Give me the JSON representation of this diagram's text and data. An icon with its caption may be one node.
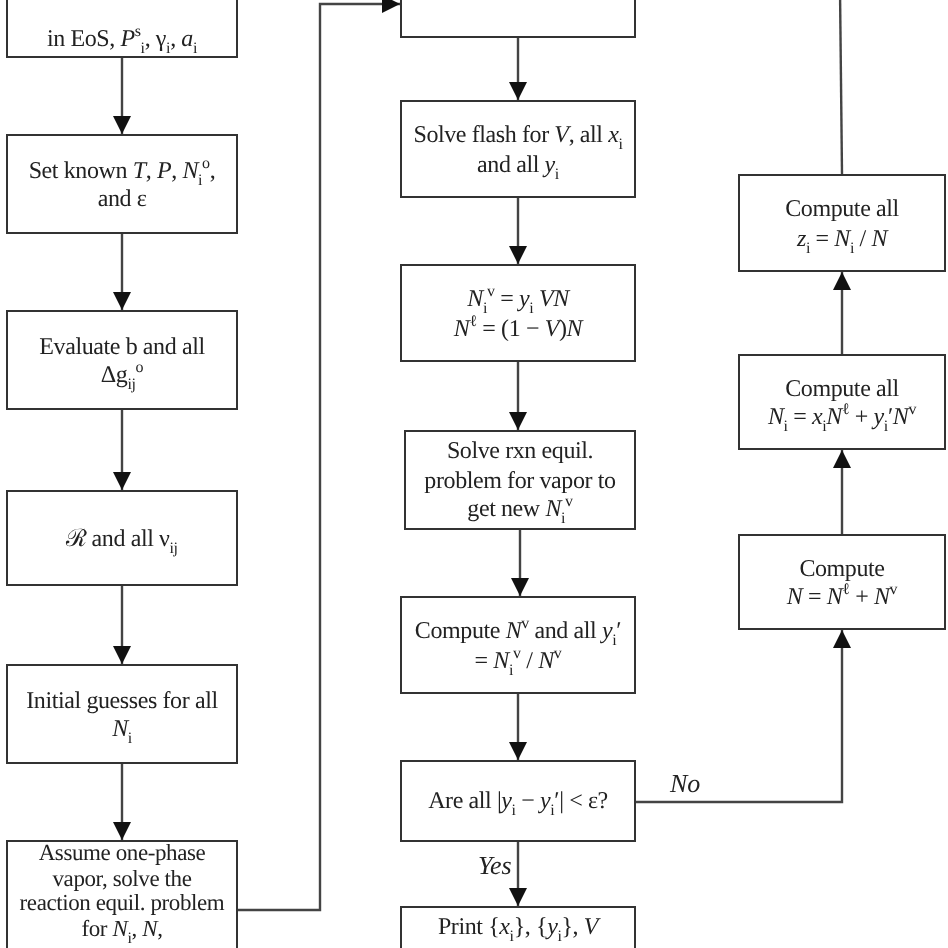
{
  "diagram": {
    "nodes": [
      {
        "text": [
          "in EoS, *P*$^{s}$$_{i}$, γ$_{i}$, *a*$_{i}$"
        ]
      },
      {
        "text": [
          "Set known *T*, *P*, *N*$_{i}$$^{o}$, and ε"
        ]
      },
      {
        "text": [
          "Evaluate b and all Δg$_{ij}$$^{o}$"
        ]
      },
      {
        "text": [
          "ℛ and all ν$_{ij}$"
        ]
      },
      {
        "text": [
          "Initial guesses for all *N*$_{i}$"
        ]
      },
      {
        "text": [
          "Assume one-phase vapor, solve the reaction equil. problem for *N*$_{i}$, *N*,"
        ]
      },
      {
        "text": [],
        "shape": "box"
      },
      {
        "text": [
          "Solve flash for *V*, all *x*$_{i}$ and all *y*$_{i}$"
        ]
      },
      {
        "text": [
          "*N*$_{i}$$^{v}$ = *y*$_{i}$ *VN*",
          "*N*$^{ℓ}$ = (1 − *V*)*N*"
        ]
      },
      {
        "text": [
          "Solve rxn equil. problem for vapor to get new *N*$_{i}$$^{v}$"
        ]
      },
      {
        "text": [
          "Compute *N*$^{v}$ and all *y*$_{i}$′ = *N*$_{i}$$^{v}$ / *N*$^{v}$"
        ]
      },
      {
        "text": [
          "Are all |*y*$_{i}$ − *y*$_{i}$′| < ε?"
        ]
      },
      {
        "text": [
          "Print {*x*$_{i}$}, {*y*$_{i}$}, *V*"
        ]
      },
      {
        "text": [
          "Compute",
          "*N* = *N*$^{ℓ}$ + *N*$^{v}$"
        ]
      },
      {
        "text": [
          "Compute all",
          "*N*$_{i}$ = *x*$_{i}$*N*$^{ℓ}$ + *y*$_{i}$′*N*$^{v}$"
        ]
      },
      {
        "text": [
          "Compute all",
          "*z*$_{i}$ = *N*$_{i}$ / *N*"
        ]
      }
    ],
    "edges": [
      {
        "from": 0,
        "to": 1,
        "arrow": "to"
      },
      {
        "from": 1,
        "to": 2,
        "arrow": "to"
      },
      {
        "from": 2,
        "to": 3,
        "arrow": "to"
      },
      {
        "from": 3,
        "to": 4,
        "arrow": "to"
      },
      {
        "from": 4,
        "to": 5,
        "arrow": "to"
      },
      {
        "from": 5,
        "to": 6,
        "arrow": "to"
      },
      {
        "from": 6,
        "to": 7,
        "arrow": "to"
      },
      {
        "from": 7,
        "to": 8,
        "arrow": "to"
      },
      {
        "from": 8,
        "to": 9,
        "arrow": "to"
      },
      {
        "from": 9,
        "to": 10,
        "arrow": "to"
      },
      {
        "from": 10,
        "to": 11,
        "arrow": "to"
      },
      {
        "from": 11,
        "to": 12,
        "label": "Yes",
        "arrow": "to"
      },
      {
        "from": 11,
        "to": 13,
        "label": "No",
        "arrow": "to"
      },
      {
        "from": 13,
        "to": 14,
        "arrow": "to"
      },
      {
        "from": 14,
        "to": 15,
        "arrow": "to"
      },
      {
        "from": 15,
        "to": null,
        "arrow": "none"
      }
    ]
  }
}
